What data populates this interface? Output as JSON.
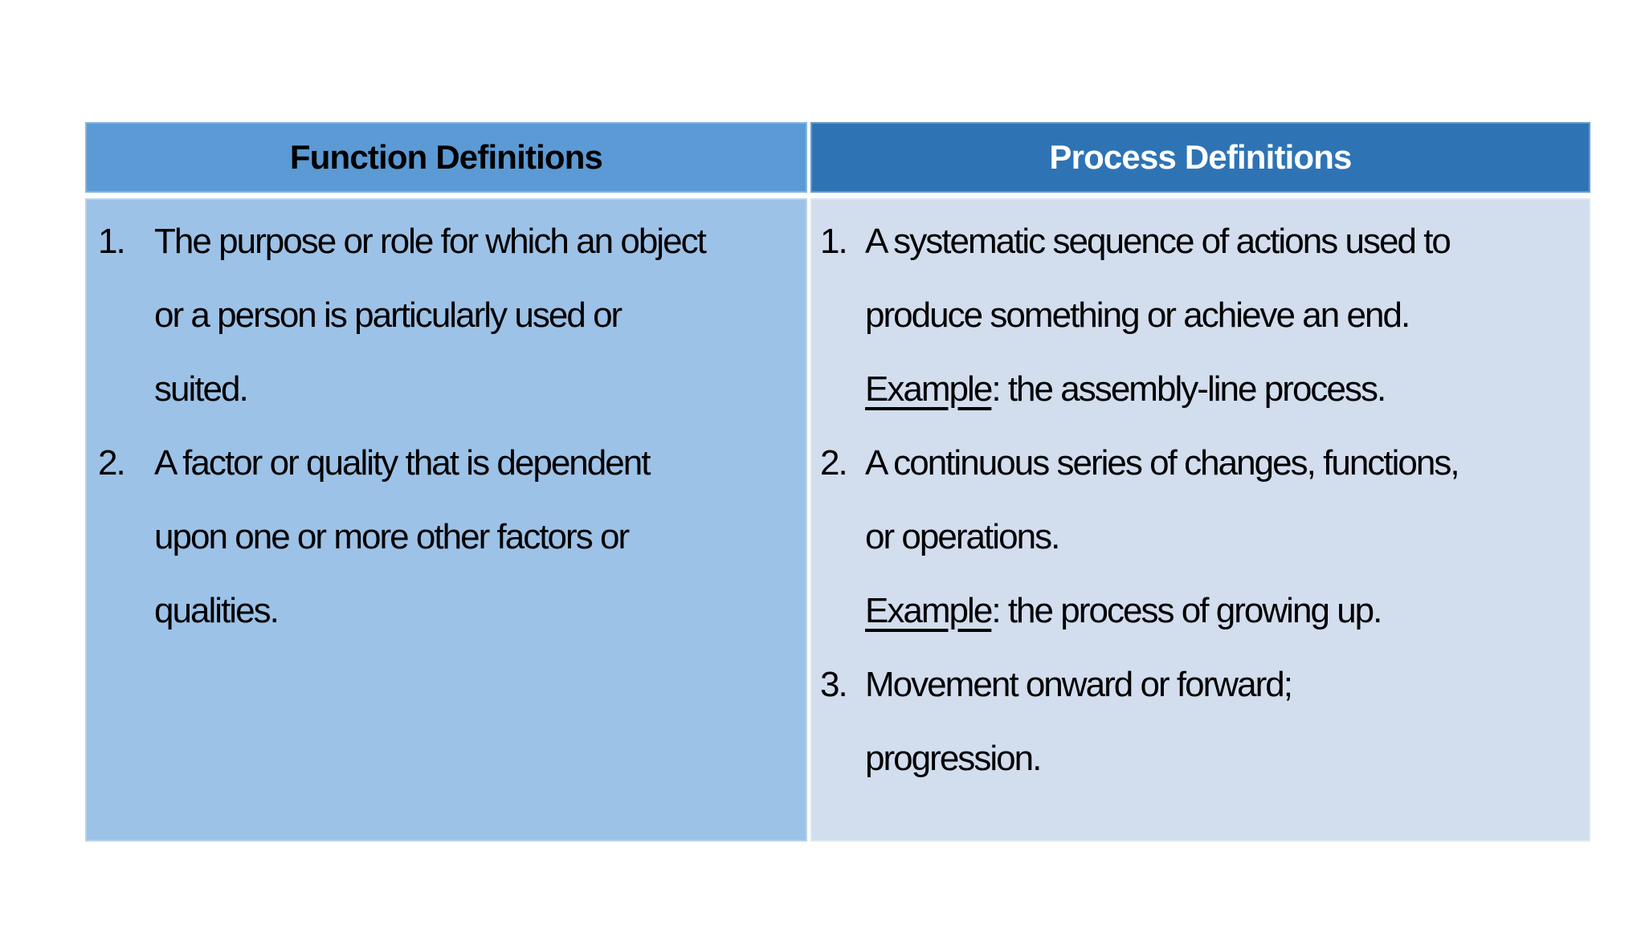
{
  "colors": {
    "page_bg": "#ffffff",
    "header_left_bg": "#5B9AD4",
    "header_right_bg": "#2E74B5",
    "body_left_bg": "#9DC2E7",
    "body_right_bg": "#D2DDEE",
    "header_left_text": "#000000",
    "header_right_text": "#ffffff",
    "body_text": "#000000"
  },
  "table": {
    "columns": [
      {
        "id": "function",
        "header": "Function Definitions",
        "items": [
          {
            "number": "1.",
            "lines": [
              [
                {
                  "text": "The purpose or role for which an object"
                }
              ],
              [
                {
                  "text": "or a person is particularly used or"
                }
              ],
              [
                {
                  "text": "suited."
                }
              ]
            ]
          },
          {
            "number": "2.",
            "lines": [
              [
                {
                  "text": "A factor or quality that is dependent"
                }
              ],
              [
                {
                  "text": "upon one or more other factors or"
                }
              ],
              [
                {
                  "text": "qualities."
                }
              ]
            ]
          }
        ]
      },
      {
        "id": "process",
        "header": "Process Definitions",
        "items": [
          {
            "number": "1.",
            "lines": [
              [
                {
                  "text": "A systematic sequence of actions used to"
                }
              ],
              [
                {
                  "text": "produce something or achieve an end."
                }
              ],
              [
                {
                  "text": "Example",
                  "underline": true
                },
                {
                  "text": ": the assembly-line process."
                }
              ]
            ]
          },
          {
            "number": "2.",
            "lines": [
              [
                {
                  "text": "A continuous series of changes, functions,"
                }
              ],
              [
                {
                  "text": "or operations."
                }
              ],
              [
                {
                  "text": "Example",
                  "underline": true
                },
                {
                  "text": ": the process of growing up."
                }
              ]
            ]
          },
          {
            "number": "3.",
            "lines": [
              [
                {
                  "text": "Movement onward or forward;"
                }
              ],
              [
                {
                  "text": "progression."
                }
              ]
            ]
          }
        ]
      }
    ]
  }
}
